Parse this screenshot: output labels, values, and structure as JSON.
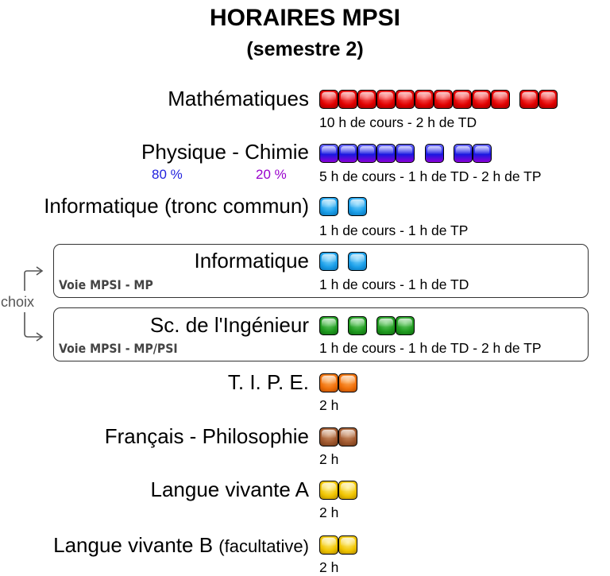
{
  "title": "HORAIRES MPSI",
  "subtitle": "(semestre 2)",
  "choice_label": "choix",
  "subjects": [
    {
      "name": "Mathématiques",
      "detail": "10 h de cours - 2 h de TD",
      "hours": 12,
      "color": "#e00000"
    },
    {
      "name": "Physique - Chimie",
      "detail": "5 h de cours - 1 h de TD - 2 h de TP",
      "hours": 8,
      "color": "#1818e0",
      "split": {
        "left": "80 %",
        "right": "20 %",
        "left_color": "#2222dd",
        "right_color": "#9900cc"
      }
    },
    {
      "name": "Informatique (tronc commun)",
      "detail": "1 h de cours - 1 h de TP",
      "hours": 2,
      "color": "#1a9ee8"
    },
    {
      "name": "Informatique",
      "track": "Voie MPSI - MP",
      "detail": "1 h de cours - 1 h de TD",
      "hours": 2,
      "color": "#1a9ee8"
    },
    {
      "name": "Sc. de l'Ingénieur",
      "track": "Voie MPSI - MP/PSI",
      "detail": "1 h de cours - 1 h de TD - 2 h de TP",
      "hours": 4,
      "color": "#1f9a1f"
    },
    {
      "name": "T. I. P. E.",
      "detail": "2 h",
      "hours": 2,
      "color": "#f0700a"
    },
    {
      "name": "Français - Philosophie",
      "detail": "2 h",
      "hours": 2,
      "color": "#a0582e"
    },
    {
      "name": "Langue vivante A",
      "detail": "2 h",
      "hours": 2,
      "color": "#f0c400"
    },
    {
      "name": "Langue vivante B",
      "name_note": "(facultative)",
      "detail": "2 h",
      "hours": 2,
      "color": "#f0c400"
    }
  ]
}
